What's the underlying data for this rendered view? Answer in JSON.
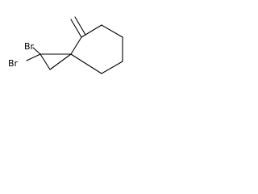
{
  "diagram": {
    "type": "chemical-structure",
    "atoms": {
      "bromine_upper": "Br",
      "bromine_lower": "Br"
    },
    "colors": {
      "bond": "#000000",
      "label": "#000000",
      "background": "#ffffff"
    }
  }
}
